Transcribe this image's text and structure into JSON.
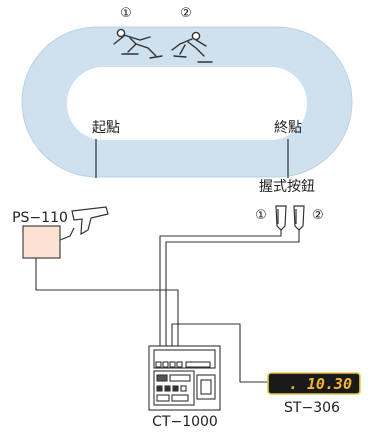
{
  "track": {
    "skater_1_number": "①",
    "skater_2_number": "②",
    "start_label": "起點",
    "finish_label": "終點"
  },
  "button": {
    "title": "握式按鈕",
    "button_1_number": "①",
    "button_2_number": "②"
  },
  "devices": {
    "gun_label": "PS−110",
    "controller_label": "CT−1000",
    "display_label": "ST−306",
    "display_readout": ". 10.30"
  },
  "colors": {
    "track_fill": "#cfe1ee",
    "track_stroke": "#b9d2e4",
    "box_fill": "#fde2d3",
    "display_body": "#1a1a1a",
    "display_rim": "#e8c84a",
    "display_digits": "#f2b82a",
    "wire": "#333333"
  }
}
